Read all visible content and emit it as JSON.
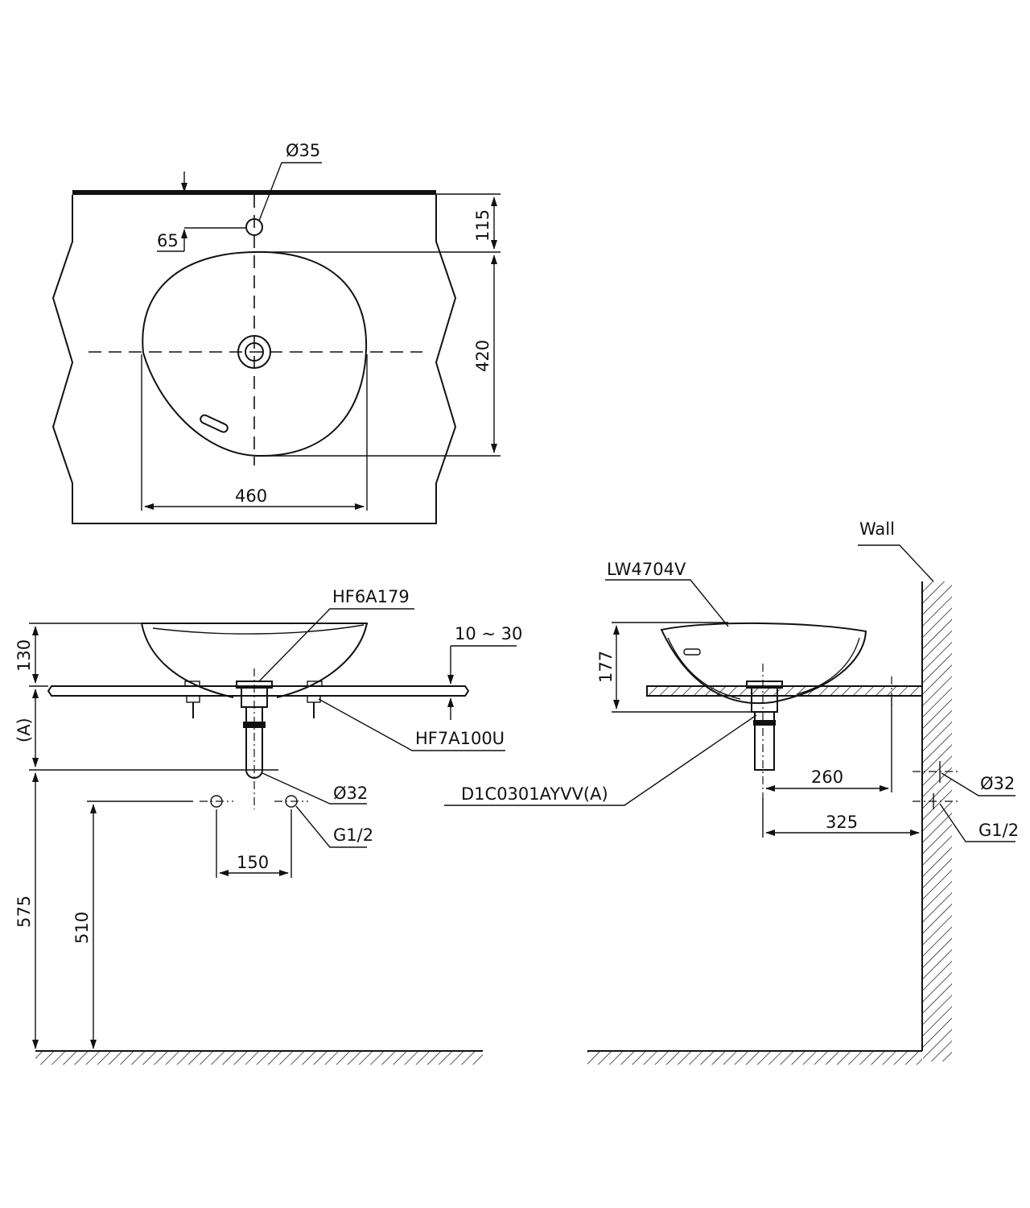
{
  "top_view": {
    "dim_tap_hole": "Ø35",
    "dim_tap_offset": "65",
    "dim_wall_to_basin": "115",
    "dim_basin_depth": "420",
    "dim_basin_width": "460"
  },
  "front_view": {
    "label_waste": "HF6A179",
    "label_fixing": "HF7A100U",
    "label_counter": "10 ~ 30",
    "dim_bowl_height": "130",
    "dim_a": "(A)",
    "dim_drain_dia": "Ø32",
    "dim_supply": "G1/2",
    "dim_supply_spacing": "150",
    "dim_drain_height": "575",
    "dim_supply_height": "510"
  },
  "side_view": {
    "label_wall": "Wall",
    "label_model": "LW4704V",
    "label_trap": "D1C0301AYVV(A)",
    "dim_height": "177",
    "dim_260": "260",
    "dim_325": "325",
    "dim_drain_dia": "Ø32",
    "dim_supply": "G1/2"
  },
  "colors": {
    "line": "#111111",
    "background": "#ffffff"
  }
}
